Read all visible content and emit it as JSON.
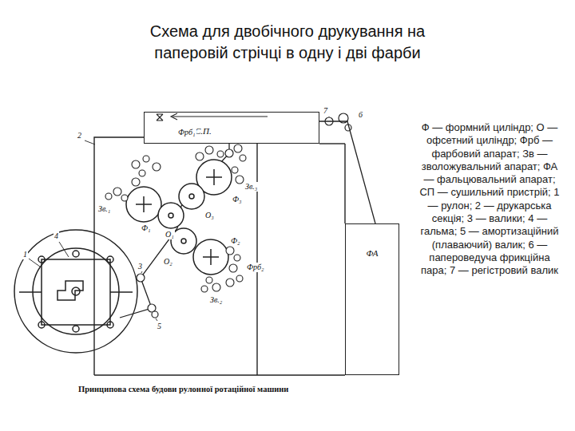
{
  "diagram": {
    "title": "Схема для двобічного друкування на паперовій стрічці в одну і дві фарби",
    "caption": "Принципова схема будови рулонної ротаційної машини",
    "nodes": [
      {
        "text": [
          "С.П."
        ]
      },
      {
        "text": [
          "ФА"
        ]
      }
    ],
    "edges": [
      {
        "from": 0,
        "to": 1,
        "arrow": "none"
      }
    ],
    "labels": [
      "2",
      "7",
      "6",
      "Фрб₁",
      "Зв.₃",
      "Зв.₁",
      "Ф₁",
      "О₁",
      "О₃",
      "Ф₃",
      "Ф₂",
      "О₂",
      "Фрб₂",
      "Зв.₂",
      "3",
      "4",
      "1",
      "5",
      "Ф — формний циліндр; О — офсетний циліндр; Фрб — фарбовий апарат; Зв — зволожувальний апарат; ФА — фальцювальний апарат; СП — сушильний пристрій; 1 — рулон; 2 — друкарська секція; 3 — валики; 4 — гальма; 5 — амортизаційний (плаваючий) валик; 6 — папероведуча фрикційна пара; 7 — регістровий валик"
    ]
  }
}
